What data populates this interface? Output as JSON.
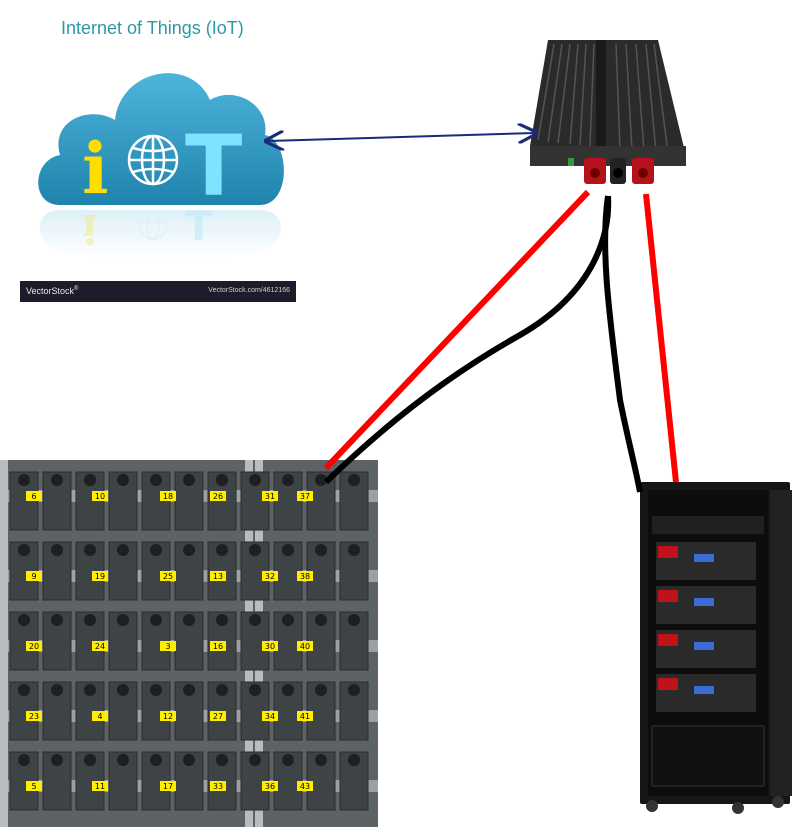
{
  "iot": {
    "title": "Internet of Things (IoT)",
    "letter_i": "i",
    "letter_t": "T",
    "watermark_brand": "VectorStock",
    "watermark_registered": "®",
    "watermark_id": "VectorStock.com/4612166"
  },
  "battery_labels": [
    "6",
    "9",
    "20",
    "23",
    "5",
    "10",
    "19",
    "24",
    "4",
    "11",
    "18",
    "25",
    "3",
    "12",
    "17",
    "26",
    "13",
    "16",
    "27",
    "33",
    "31",
    "32",
    "30",
    "34",
    "36",
    "37",
    "38",
    "40",
    "41",
    "43"
  ],
  "colors": {
    "cloud": "#2e9bc0",
    "cloud_light": "#7fc7e3",
    "red_wire": "#ff0000",
    "black_wire": "#000000",
    "link_arrow": "#1b2a7a",
    "battery_label": "#ffee00",
    "letter_i": "#ffdd00",
    "letter_t": "#7fe3ff"
  },
  "icons": [
    "cloud-icon",
    "globe-icon",
    "heatsink-controller",
    "battery-bank-photo",
    "server-rack-photo"
  ]
}
